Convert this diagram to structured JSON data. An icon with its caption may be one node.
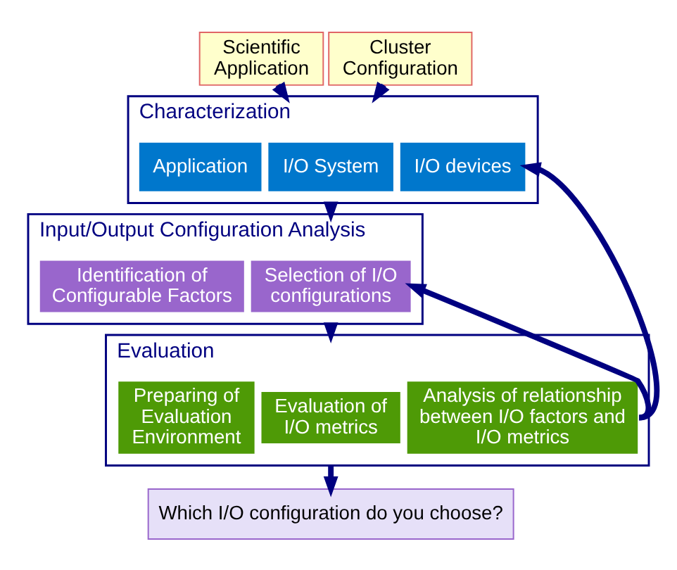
{
  "diagram": {
    "nodes": [
      {
        "text": [
          "Scientific Application"
        ]
      },
      {
        "text": [
          "Cluster Configuration"
        ]
      },
      {
        "text": [
          "Characterization"
        ]
      },
      {
        "text": [
          "Application"
        ],
        "in": 2
      },
      {
        "text": [
          "I/O System"
        ],
        "in": 2
      },
      {
        "text": [
          "I/O devices"
        ],
        "in": 2
      },
      {
        "text": [
          "Input/Output Configuration Analysis"
        ]
      },
      {
        "text": [
          "Identification of Configurable Factors"
        ],
        "in": 6
      },
      {
        "text": [
          "Selection of I/O configurations"
        ],
        "in": 6
      },
      {
        "text": [
          "Evaluation"
        ]
      },
      {
        "text": [
          "Preparing of Evaluation Environment"
        ],
        "in": 9
      },
      {
        "text": [
          "Evaluation of I/O metrics"
        ],
        "in": 9
      },
      {
        "text": [
          "Analysis of relationship between I/O factors and I/O metrics"
        ],
        "in": 9
      },
      {
        "text": [
          "Which I/O configuration do you choose?"
        ]
      }
    ],
    "edges": [
      {
        "from": 0,
        "to": 2,
        "arrow": "to"
      },
      {
        "from": 1,
        "to": 2,
        "arrow": "to"
      },
      {
        "from": 2,
        "to": 6,
        "arrow": "to"
      },
      {
        "from": 6,
        "to": 9,
        "arrow": "to"
      },
      {
        "from": 9,
        "to": 13,
        "arrow": "to"
      },
      {
        "from": 12,
        "to": 5,
        "arrow": "to"
      },
      {
        "from": 12,
        "to": 8,
        "arrow": "to"
      }
    ]
  }
}
